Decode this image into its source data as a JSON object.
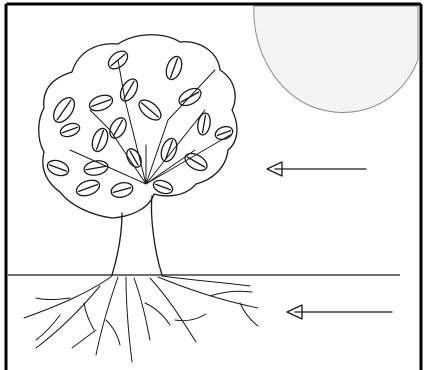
{
  "figure": {
    "kind": "hand-drawn sketch",
    "elements": [
      "frame",
      "sun",
      "tree-crown",
      "leaves",
      "branches",
      "tree-trunk",
      "ground-line",
      "roots",
      "arrow-to-crown",
      "arrow-to-roots"
    ],
    "ink_color": "#1a1a1a",
    "paper_color": "#ffffff",
    "sun_color": "#f4f4f4",
    "leaf_count": 20
  }
}
